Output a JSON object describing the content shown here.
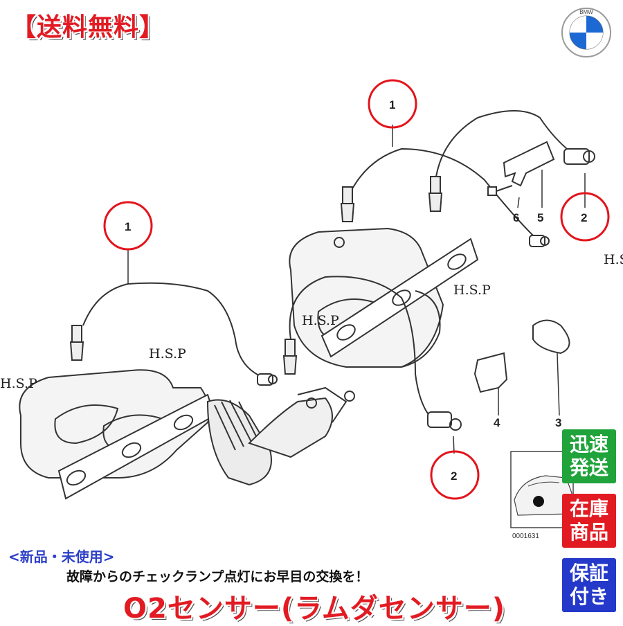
{
  "banner": "【送料無料】",
  "logo": {
    "text": "BMW"
  },
  "watermarks": [
    "H.S.P",
    "H.S.P",
    "H.S.P",
    "H.S.P",
    "H.S.P"
  ],
  "callouts": [
    "1",
    "1",
    "2",
    "2",
    "3",
    "4",
    "5",
    "6"
  ],
  "inset_code": "0001631",
  "badges": {
    "fast": {
      "line1": "迅速",
      "line2": "発送",
      "color": "#1fa33a"
    },
    "stock": {
      "line1": "在庫",
      "line2": "商品",
      "color": "#e21b23"
    },
    "warranty": {
      "line1": "保証",
      "line2": "付き",
      "color": "#2439c9"
    }
  },
  "new_tag": "<新品・未使用>",
  "sub_tag": "故障からのチェックランプ点灯にお早目の交換を！",
  "product_name": "O2センサー(ラムダセンサー)"
}
